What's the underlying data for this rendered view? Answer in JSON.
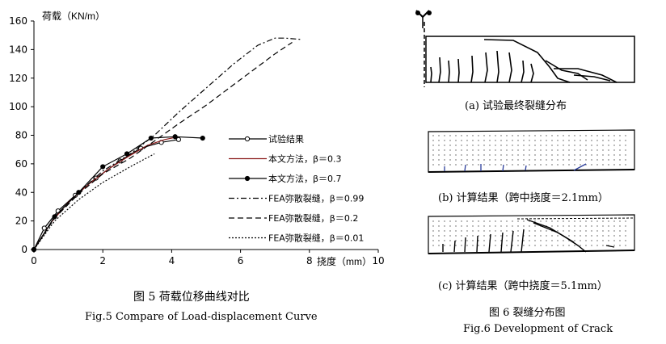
{
  "chart_data": {
    "type": "line",
    "title": "",
    "ylabel": "荷载（KN/m）",
    "xlabel": "挠度（mm）",
    "xlim": [
      0,
      10
    ],
    "ylim": [
      0,
      160
    ],
    "x_ticks": [
      "0",
      "2",
      "4",
      "6",
      "8",
      "10"
    ],
    "y_ticks": [
      "0",
      "20",
      "40",
      "60",
      "80",
      "100",
      "120",
      "140",
      "160"
    ],
    "grid": false,
    "legend_position": "right",
    "series": [
      {
        "name": "试验结果",
        "style": "solid-open-circle",
        "x": [
          0,
          0.3,
          0.7,
          1.2,
          1.8,
          2.5,
          3.1,
          3.7,
          4.2
        ],
        "y": [
          0,
          15,
          27,
          38,
          50,
          62,
          71,
          75,
          77
        ]
      },
      {
        "name": "本文方法，β＝0.3",
        "style": "solid",
        "x": [
          0,
          0.5,
          1.0,
          1.6,
          2.2,
          2.8,
          3.3,
          3.8,
          4.2
        ],
        "y": [
          0,
          19,
          33,
          46,
          57,
          66,
          73,
          77,
          79
        ]
      },
      {
        "name": "本文方法，β＝0.7",
        "style": "solid-filled-circle",
        "x": [
          0,
          0.6,
          1.3,
          2.0,
          2.7,
          3.4,
          4.1,
          4.9
        ],
        "y": [
          0,
          23,
          40,
          58,
          67,
          78,
          79,
          78
        ]
      },
      {
        "name": "FEA弥散裂缝，β＝0.99",
        "style": "dash-dot",
        "x": [
          0,
          0.6,
          1.3,
          2.0,
          2.8,
          3.5,
          4.2,
          5.0,
          5.8,
          6.5,
          7.0,
          7.3,
          7.8
        ],
        "y": [
          0,
          23,
          40,
          55,
          67,
          80,
          96,
          113,
          130,
          143,
          148,
          148,
          147
        ]
      },
      {
        "name": "FEA弥散裂缝，β＝0.2",
        "style": "dashed",
        "x": [
          0,
          0.6,
          1.3,
          2.0,
          2.8,
          3.5,
          4.2,
          5.0,
          6.0,
          7.0,
          7.5
        ],
        "y": [
          0,
          22,
          39,
          53,
          64,
          76,
          88,
          101,
          119,
          137,
          145
        ]
      },
      {
        "name": "FEA弥散裂缝，β＝0.01",
        "style": "dotted",
        "x": [
          0,
          0.6,
          1.3,
          2.0,
          2.8,
          3.5
        ],
        "y": [
          0,
          20,
          35,
          47,
          58,
          67
        ]
      }
    ]
  },
  "captions": {
    "fig5_cn": "图 5  荷载位移曲线对比",
    "fig5_en": "Fig.5 Compare of Load-displacement Curve",
    "sub_a": "(a) 试验最终裂缝分布",
    "sub_b": "(b) 计算结果（跨中挠度＝2.1mm）",
    "sub_c": "(c) 计算结果（跨中挠度＝5.1mm）",
    "fig6_cn": "图 6  裂缝分布图",
    "fig6_en": "Fig.6 Development of Crack"
  }
}
